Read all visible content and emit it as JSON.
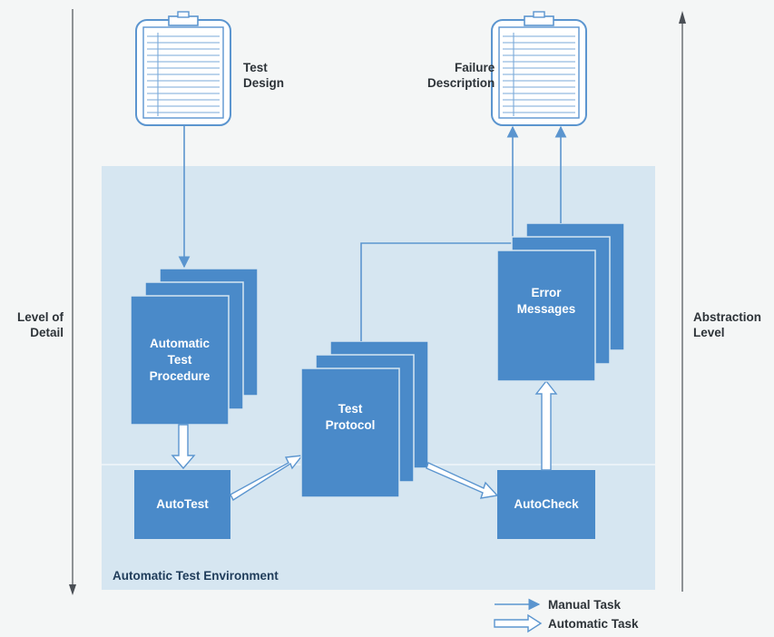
{
  "labels": {
    "test_design": "Test\nDesign",
    "failure_description": "Failure\nDescription",
    "level_of_detail": "Level of\nDetail",
    "abstraction_level": "Abstraction\nLevel",
    "environment": "Automatic Test Environment"
  },
  "boxes": {
    "automatic_test_procedure": "Automatic\nTest\nProcedure",
    "test_protocol": "Test\nProtocol",
    "error_messages": "Error\nMessages",
    "autotest": "AutoTest",
    "autocheck": "AutoCheck"
  },
  "legend": {
    "manual_task": "Manual Task",
    "automatic_task": "Automatic Task"
  },
  "colors": {
    "box_fill": "#4a8ac9",
    "arrow": "#5b95cf",
    "environment_bg": "#d6e6f1",
    "clipboard_stroke": "#5b95cf"
  }
}
